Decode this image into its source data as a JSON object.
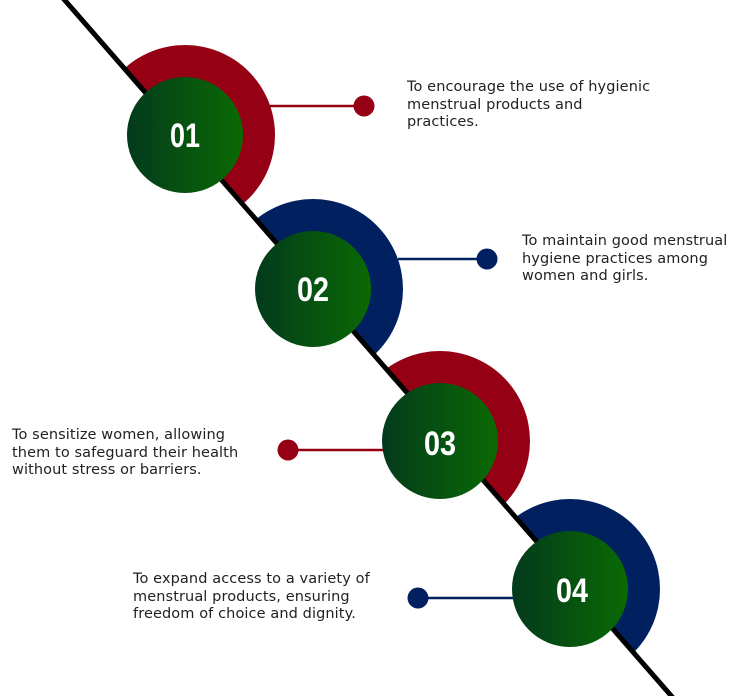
{
  "colors": {
    "red": "#960014",
    "blue": "#002060",
    "green_dark": "#033a1c",
    "green_light": "#0a6a04",
    "line": "#000000"
  },
  "steps": [
    {
      "number": "01",
      "color": "red",
      "text": "To encourage the use of hygienic menstrual products and practices."
    },
    {
      "number": "02",
      "color": "blue",
      "text": "To maintain good menstrual hygiene practices among women and girls."
    },
    {
      "number": "03",
      "color": "red",
      "text": "To sensitize women, allowing them to safeguard their health without stress or barriers."
    },
    {
      "number": "04",
      "color": "blue",
      "text": "To expand access to a variety of menstrual products, ensuring freedom of choice and dignity."
    }
  ]
}
